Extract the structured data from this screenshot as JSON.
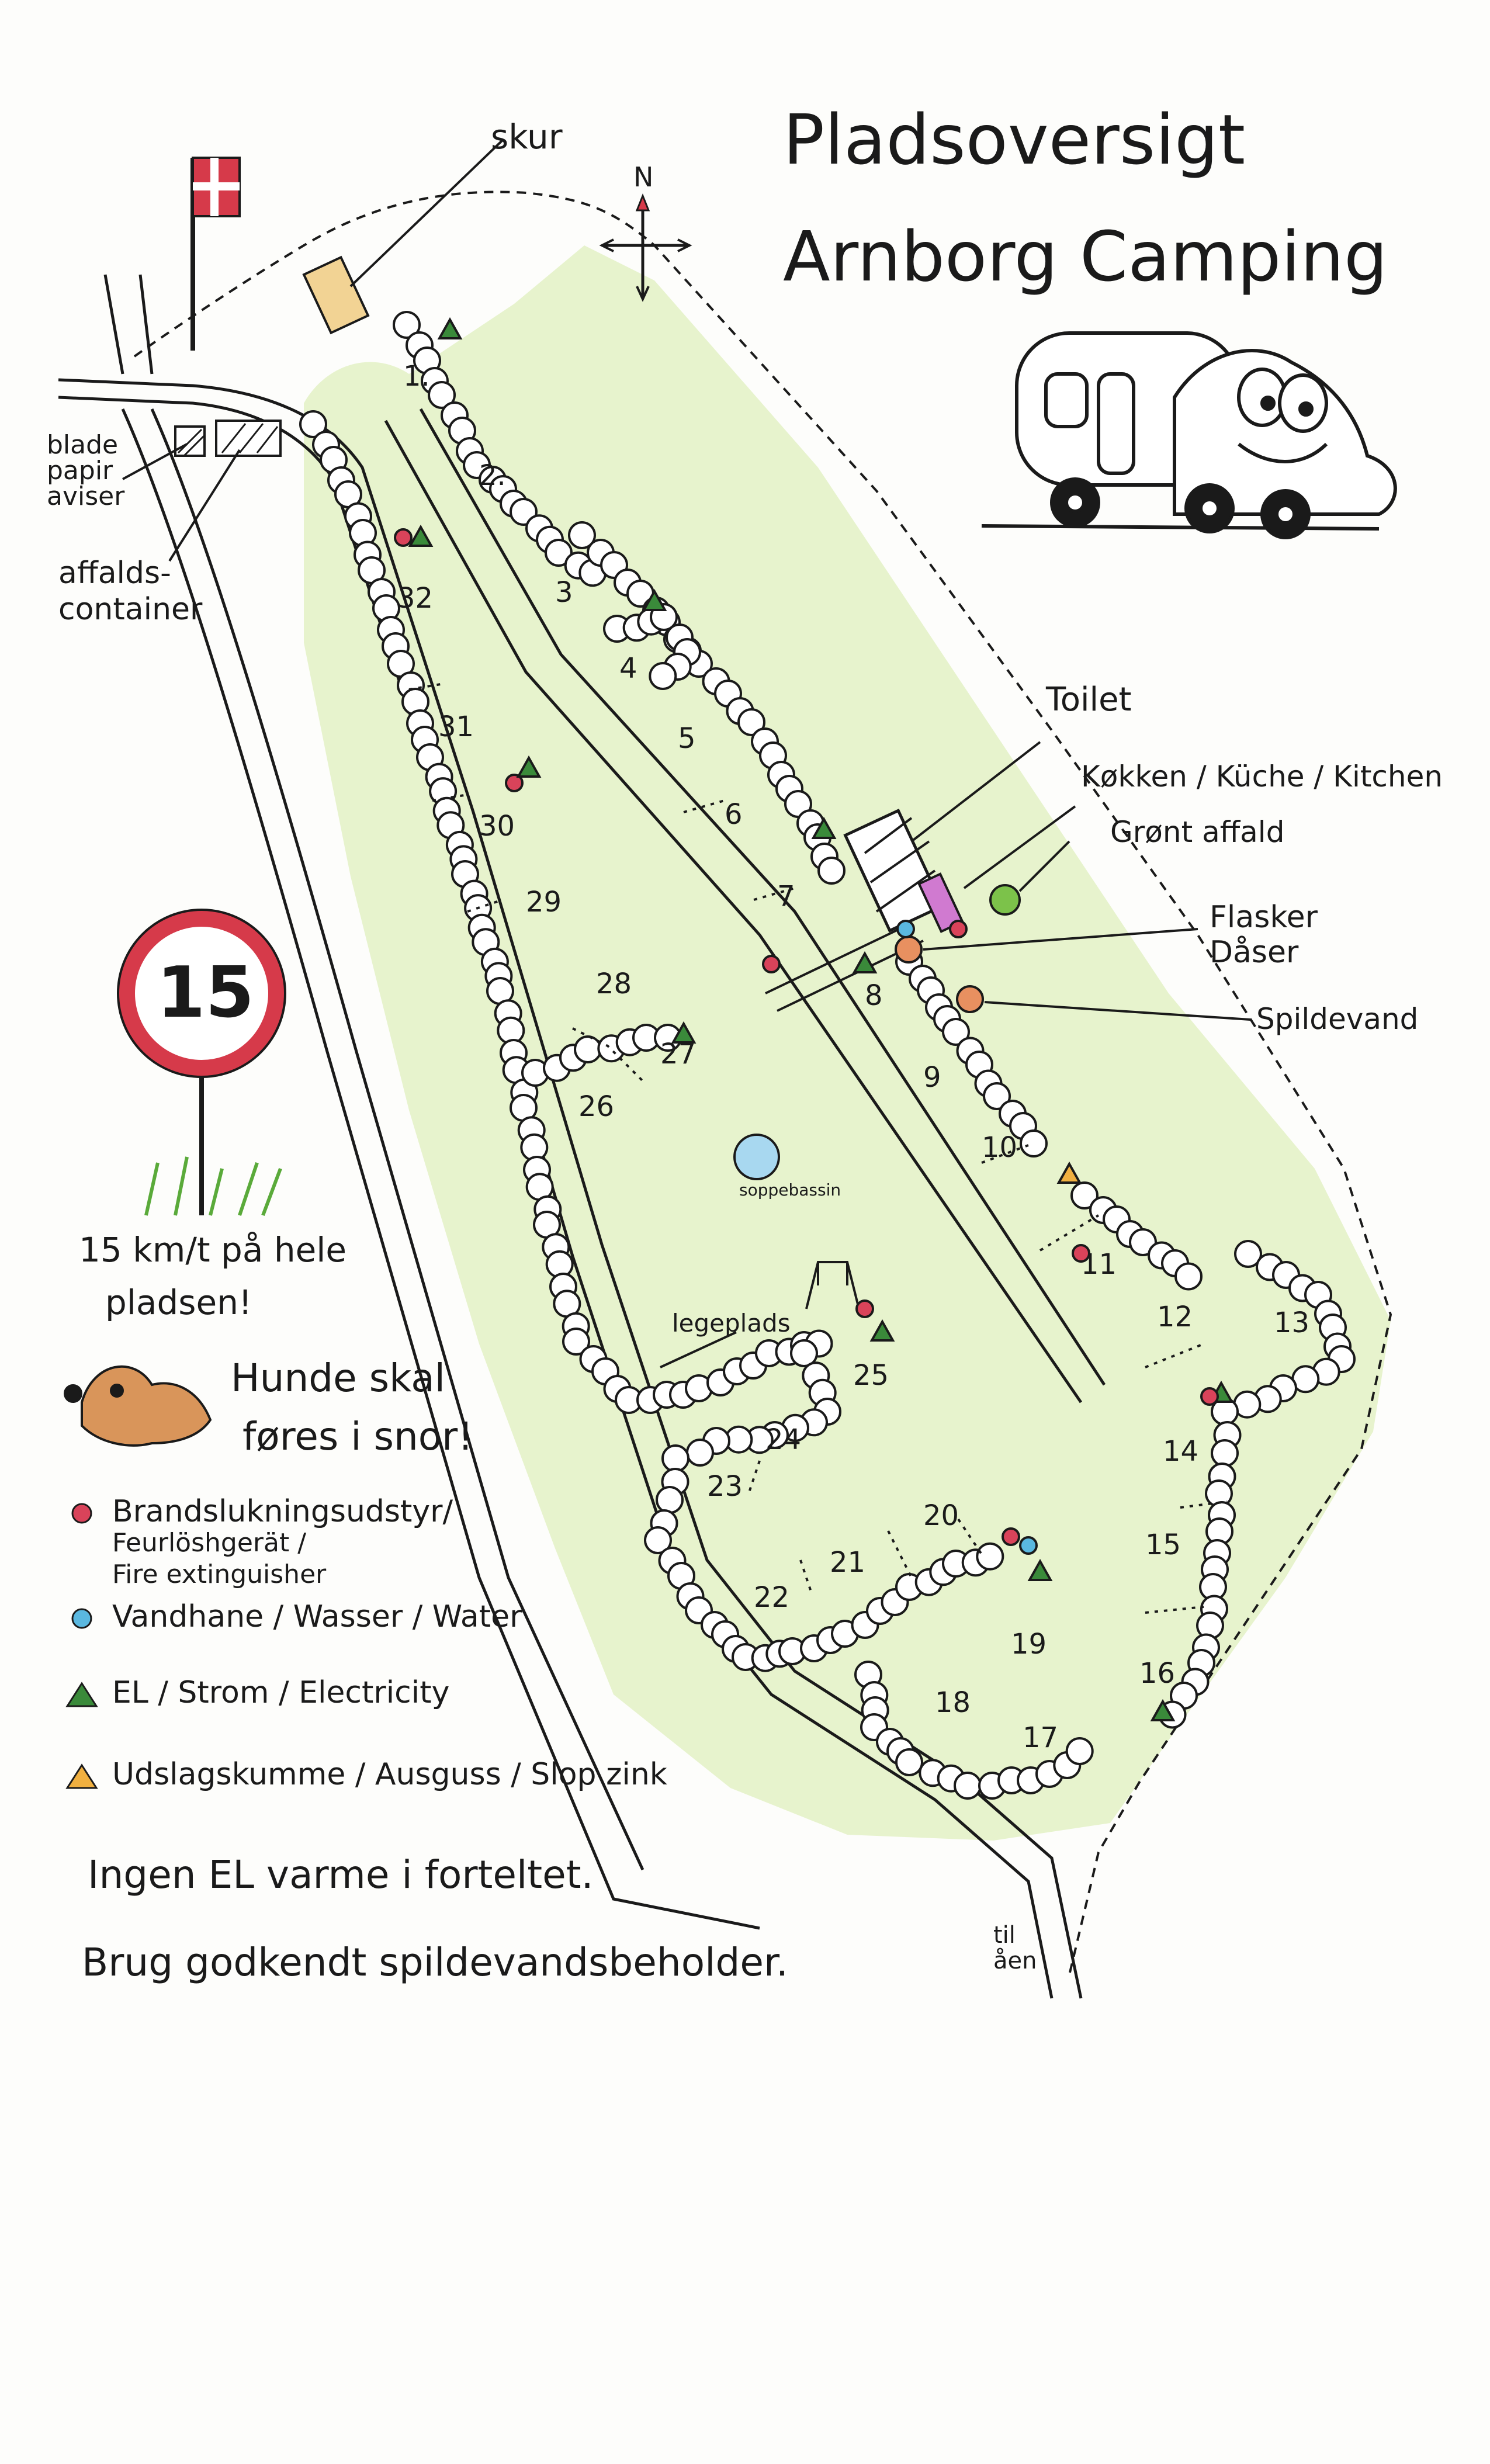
{
  "title": {
    "line1": "Pladsoversigt",
    "line2": "Arnborg Camping"
  },
  "compass": {
    "north": "N"
  },
  "facilities": {
    "skur": "skur",
    "paper": [
      "blade",
      "papir",
      "aviser"
    ],
    "container": [
      "affalds-",
      "container"
    ],
    "toilet": "Toilet",
    "kitchen": "Køkken / Küche / Kitchen",
    "green_waste": "Grønt affald",
    "bottles": [
      "Flasker",
      "Dåser"
    ],
    "waste_water": "Spildevand",
    "pool": "soppebassin",
    "playground": "legeplads",
    "road_exit": [
      "til",
      "åen"
    ]
  },
  "pitches": [
    "1.",
    "2.",
    "3",
    "4",
    "5",
    "6",
    "7",
    "8",
    "9",
    "10",
    "11",
    "12",
    "13",
    "14",
    "15",
    "16",
    "17",
    "18",
    "19",
    "20",
    "21",
    "22",
    "23",
    "24",
    "25",
    "26",
    "27",
    "28",
    "29",
    "30",
    "31",
    "32"
  ],
  "speed": {
    "sign": "15",
    "text1": "15 km/t på hele",
    "text2": "pladsen!"
  },
  "dogs": {
    "line1": "Hunde skal",
    "line2": "føres i snor!"
  },
  "legend": [
    {
      "icon": "fire-extinguisher-icon",
      "color": "#d9435a",
      "label": "Brandslukningsudstyr/",
      "label2": "Feurlöshgerät /",
      "label3": "Fire extinguisher"
    },
    {
      "icon": "water-tap-icon",
      "color": "#5ab8e0",
      "label": "Vandhane / Wasser / Water"
    },
    {
      "icon": "electricity-icon",
      "color": "#3a8a3a",
      "label": "EL / Strom / Electricity"
    },
    {
      "icon": "slop-sink-icon",
      "color": "#f0b040",
      "label": "Udslagskumme / Ausguss / Slop zink"
    }
  ],
  "notes": {
    "note1": "Ingen EL varme i forteltet.",
    "note2": "Brug godkendt spildevandsbeholder."
  },
  "colors": {
    "grass": "#d9ecb0",
    "hedge": "#7fbf5a",
    "ink": "#1a1a1a",
    "flag_red": "#d63a4a"
  }
}
